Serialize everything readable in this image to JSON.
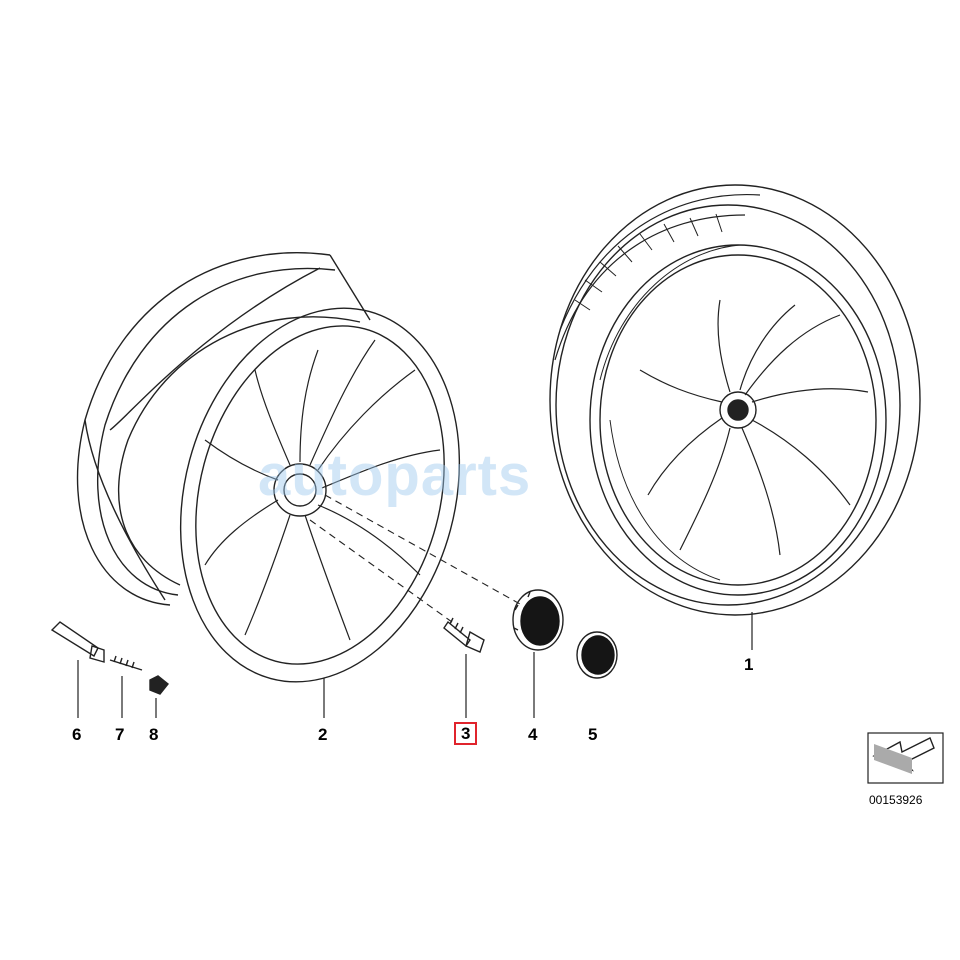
{
  "callouts": [
    {
      "id": "1",
      "text": "1"
    },
    {
      "id": "2",
      "text": "2"
    },
    {
      "id": "3",
      "text": "3",
      "highlighted": true
    },
    {
      "id": "4",
      "text": "4"
    },
    {
      "id": "5",
      "text": "5"
    },
    {
      "id": "6",
      "text": "6"
    },
    {
      "id": "7",
      "text": "7"
    },
    {
      "id": "8",
      "text": "8"
    }
  ],
  "watermark": "autoparts",
  "diagram_code": "00153926",
  "colors": {
    "highlight": "#e0242c",
    "line": "#222222",
    "watermark": "#9cc8ee"
  }
}
